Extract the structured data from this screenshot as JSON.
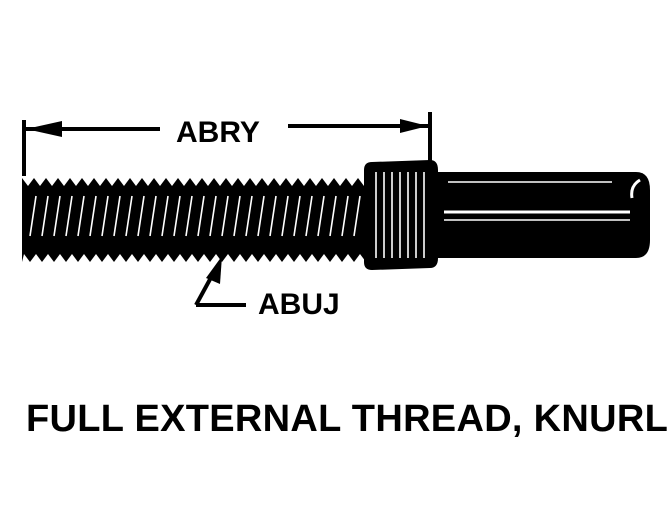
{
  "labels": {
    "length_code": "ABRY",
    "thread_code": "ABUJ"
  },
  "caption": "FULL EXTERNAL THREAD, KNURL",
  "colors": {
    "ink": "#000000",
    "paper": "#ffffff"
  }
}
